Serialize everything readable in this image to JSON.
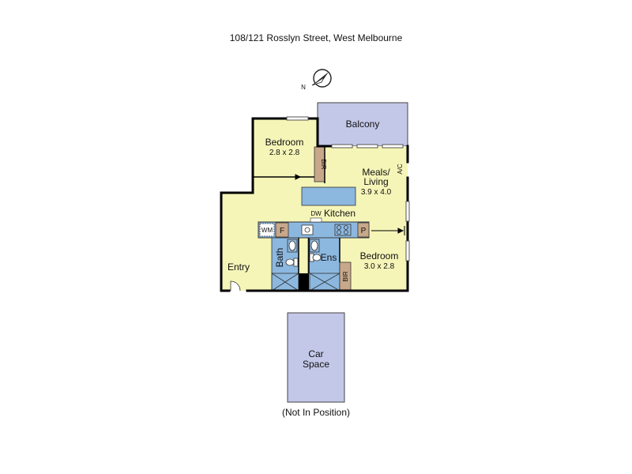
{
  "title": "108/121 Rosslyn Street, West Melbourne",
  "compass": {
    "label": "N"
  },
  "rooms": {
    "balcony": {
      "name": "Balcony"
    },
    "bedroom1": {
      "name": "Bedroom",
      "size": "2.8 x 2.8"
    },
    "bir1": "BIR",
    "meals": {
      "name_line1": "Meals/",
      "name_line2": "Living",
      "size": "3.9 x 4.0"
    },
    "ac": "A/C",
    "kitchen": {
      "name": "Kitchen",
      "dw": "DW"
    },
    "wm": "WM",
    "fridge": "F",
    "pantry": "P",
    "bath": "Bath",
    "ens": "Ens",
    "bedroom2": {
      "name": "Bedroom",
      "size": "3.0 x 2.8"
    },
    "bir2": "BIR",
    "entry": "Entry"
  },
  "car_space": {
    "line1": "Car",
    "line2": "Space",
    "note": "(Not In Position)"
  },
  "colors": {
    "floor": "#f5f5b8",
    "wet": "#8cb8e0",
    "balcony": "#c3c8e8",
    "robe": "#c8a88a",
    "wall": "#000000"
  }
}
